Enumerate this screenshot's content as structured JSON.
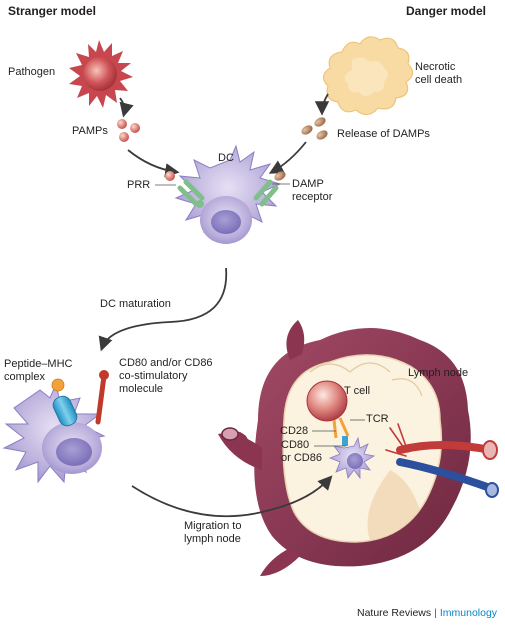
{
  "titles": {
    "left": "Stranger model",
    "right": "Danger model"
  },
  "labels": {
    "pathogen": "Pathogen",
    "pamps": "PAMPs",
    "necrotic": "Necrotic\ncell death",
    "release_damps": "Release of DAMPs",
    "dc": "DC",
    "prr": "PRR",
    "damp_receptor": "DAMP\nreceptor",
    "dc_maturation": "DC maturation",
    "peptide_mhc": "Peptide–MHC\ncomplex",
    "co_stim": "CD80 and/or CD86\nco-stimulatory\nmolecule",
    "lymph_node": "Lymph node",
    "t_cell": "T cell",
    "tcr": "TCR",
    "cd28": "CD28",
    "cd80_86": "CD80\nor CD86",
    "migration": "Migration to\nlymph node"
  },
  "footer": {
    "journal": "Nature Reviews",
    "subject": "Immunology"
  },
  "colors": {
    "dc_fill": "#b9aedb",
    "dc_nucleus": "#8a7fc4",
    "pathogen": "#d0555a",
    "necrotic": "#f8dba3",
    "lymph_capsule": "#8b3550",
    "lymph_interior": "#fbf2df",
    "footer_accent": "#0089c9"
  }
}
